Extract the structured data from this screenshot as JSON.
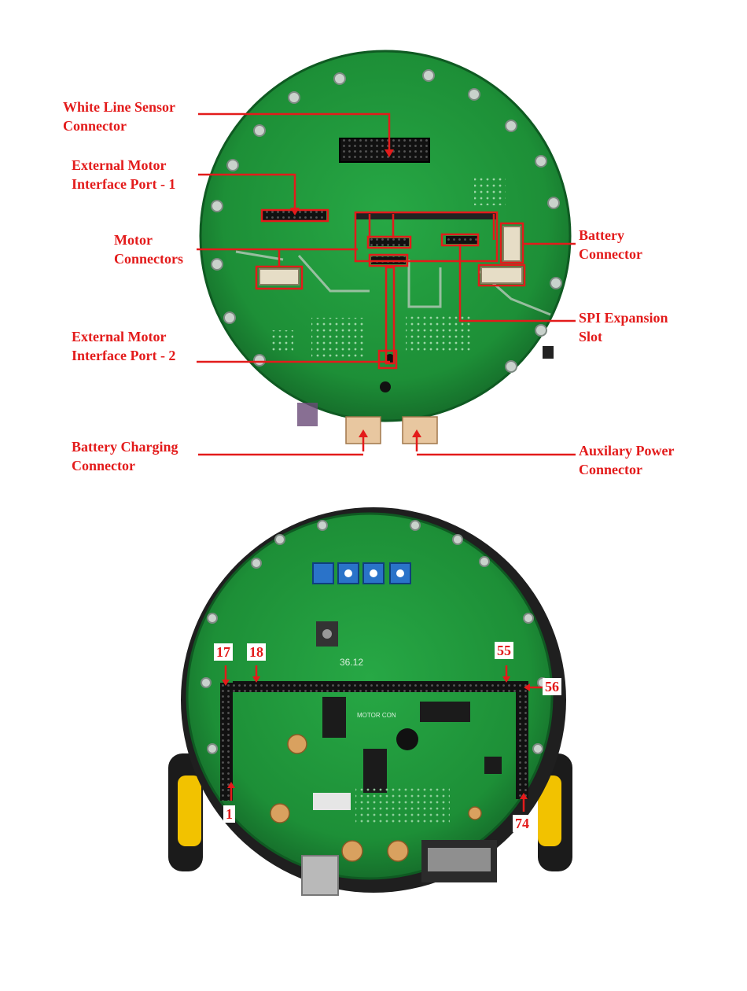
{
  "top_labels": {
    "white_line": [
      "White Line Sensor",
      "Connector"
    ],
    "ext_motor_1": [
      "External Motor",
      "Interface Port - 1"
    ],
    "motor_connectors": [
      "Motor",
      "Connectors"
    ],
    "ext_motor_2": [
      "External Motor",
      "Interface Port - 2"
    ],
    "battery_charging": [
      "Battery Charging",
      "Connector"
    ],
    "battery_connector": [
      "Battery",
      "Connector"
    ],
    "spi_expansion": [
      "SPI Expansion",
      "Slot"
    ],
    "aux_power": [
      "Auxilary Power",
      "Connector"
    ]
  },
  "pin_labels": {
    "p17": "17",
    "p18": "18",
    "p55": "55",
    "p56": "56",
    "p1": "1",
    "p74": "74"
  },
  "board_silkscreen": {
    "version": "36.12",
    "motor_con": "MOTOR CON"
  },
  "colors": {
    "annotation": "#e31b1b",
    "pcb_green": "#1f9a3a",
    "pcb_dark": "#146d29",
    "wheel_yellow": "#f2c200"
  }
}
